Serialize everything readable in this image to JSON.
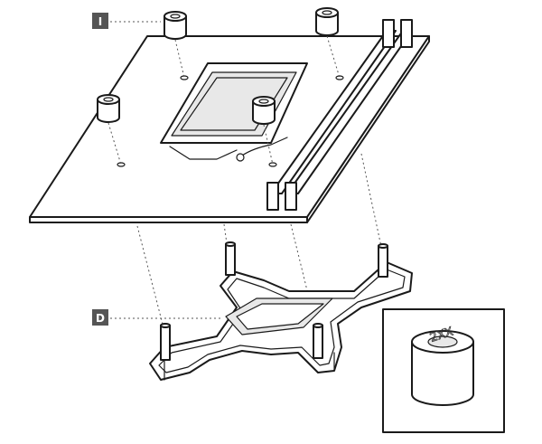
{
  "labels": {
    "standoff_label": "I",
    "backplate_label": "D"
  },
  "inset": {
    "quantity_text": "2XX"
  },
  "colors": {
    "label_bg": "#555555",
    "line": "#1a1a1a",
    "background": "#ffffff"
  }
}
